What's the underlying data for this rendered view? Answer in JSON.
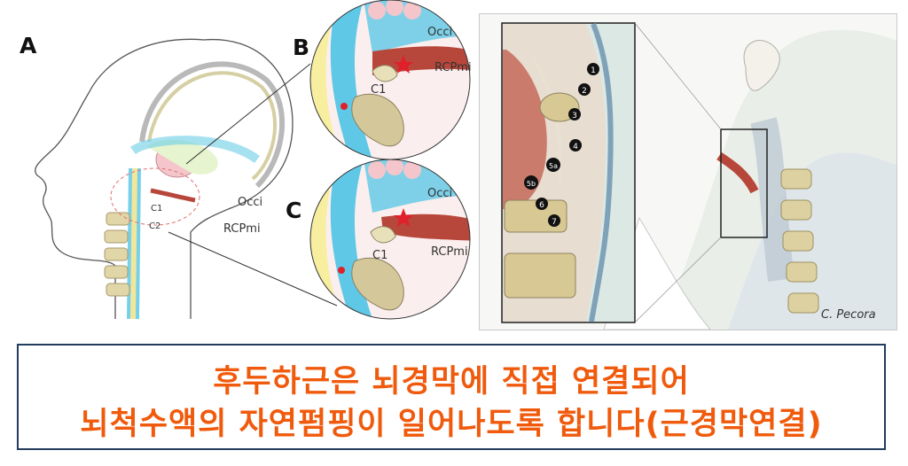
{
  "figure": {
    "panel_labels": {
      "a": "A",
      "b": "B",
      "c": "C"
    },
    "panel_a": {
      "occi": "Occi",
      "rcpmi": "RCPmi",
      "c1": "C1",
      "c2": "C2"
    },
    "panel_b": {
      "occi": "Occi",
      "rcpmi": "RCPmi",
      "c1": "C1"
    },
    "panel_c": {
      "occi": "Occi",
      "rcpmi": "RCPmi",
      "c1": "C1"
    },
    "inset_numbers": [
      "1",
      "2",
      "3",
      "4",
      "5a",
      "5b",
      "6",
      "7"
    ],
    "signature": "C. Pecora"
  },
  "caption": {
    "line1": "후두하근은 뇌경막에 직접 연결되어",
    "line2": "뇌척수액의 자연펌핑이 일어나도록 합니다(근경막연결)"
  },
  "colors": {
    "caption_text": "#f05a0c",
    "caption_border": "#233b5c",
    "csf_blue": "#5ec8e6",
    "muscle_red": "#b8473b"
  }
}
